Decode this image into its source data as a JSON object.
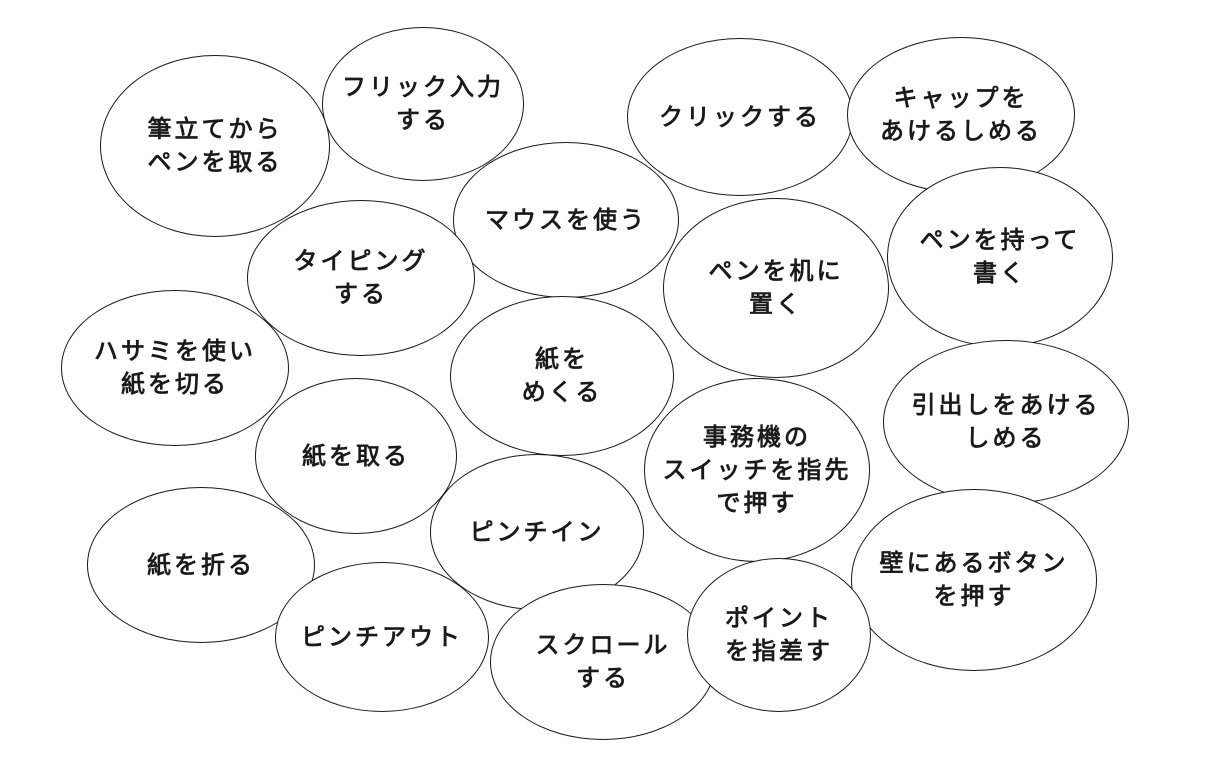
{
  "actions": [
    {
      "id": "pen-from-stand",
      "text": "筆立てから\nペンを取る"
    },
    {
      "id": "flick-input",
      "text": "フリック入力\nする"
    },
    {
      "id": "click",
      "text": "クリックする"
    },
    {
      "id": "cap-open-close",
      "text": "キャップを\nあけるしめる"
    },
    {
      "id": "use-mouse",
      "text": "マウスを使う"
    },
    {
      "id": "typing",
      "text": "タイピング\nする"
    },
    {
      "id": "pen-on-desk",
      "text": "ペンを机に\n置く"
    },
    {
      "id": "write-with-pen",
      "text": "ペンを持って\n書く"
    },
    {
      "id": "cut-paper",
      "text": "ハサミを使い\n紙を切る"
    },
    {
      "id": "turn-paper",
      "text": "紙を\nめくる"
    },
    {
      "id": "drawer-open-close",
      "text": "引出しをあける\nしめる"
    },
    {
      "id": "office-switch",
      "text": "事務機の\nスイッチを指先\nで押す"
    },
    {
      "id": "take-paper",
      "text": "紙を取る"
    },
    {
      "id": "pinch-in",
      "text": "ピンチイン"
    },
    {
      "id": "fold-paper",
      "text": "紙を折る"
    },
    {
      "id": "wall-button",
      "text": "壁にあるボタン\nを押す"
    },
    {
      "id": "pinch-out",
      "text": "ピンチアウト"
    },
    {
      "id": "scroll",
      "text": "スクロール\nする"
    },
    {
      "id": "point",
      "text": "ポイント\nを指差す"
    }
  ]
}
